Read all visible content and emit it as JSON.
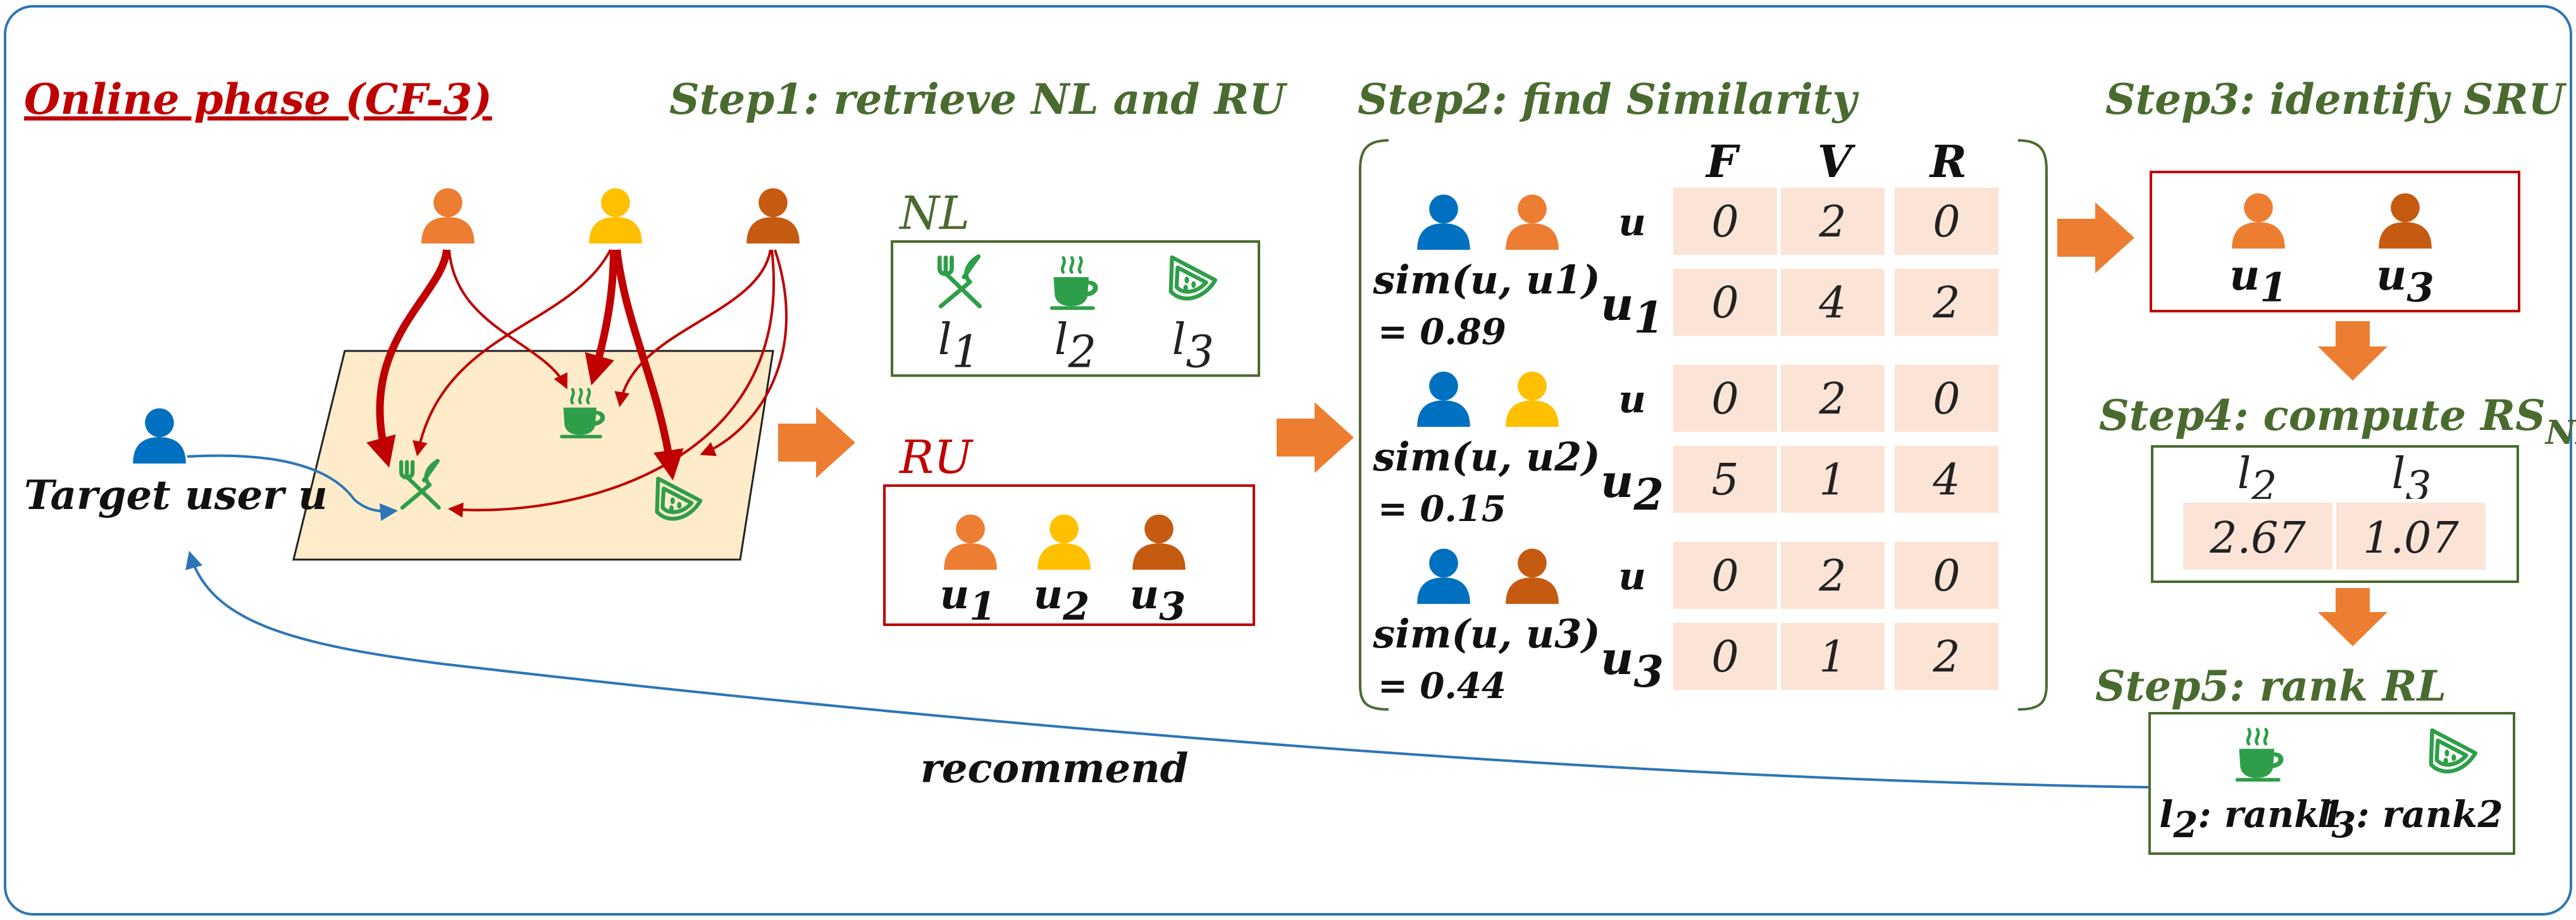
{
  "colors": {
    "frame": "#2e75b6",
    "step_green": "#4a6b2f",
    "phase_red": "#c00000",
    "user_blue": "#0070c0",
    "user_orange": "#ed7d31",
    "user_yellow": "#ffc000",
    "user_brown": "#c55a11",
    "icon_green": "#2e9e48",
    "cell_fill": "#fbe3d6",
    "arrow_orange": "#ed7d31"
  },
  "online_phase": "Online phase (CF-3)",
  "step1": {
    "title": "Step1: retrieve NL and RU",
    "nl_label": "NL",
    "nl_items": [
      "l1",
      "l2",
      "l3"
    ],
    "ru_label": "RU",
    "ru_items": [
      "u1",
      "u2",
      "u3"
    ]
  },
  "target_user": "Target user u",
  "step2": {
    "title": "Step2: find Similarity",
    "columns": [
      "F",
      "V",
      "R"
    ],
    "groups": [
      {
        "sim": "sim(u, u1)",
        "value": "= 0.89",
        "rows": [
          {
            "label": "u",
            "vals": [
              "0",
              "2",
              "0"
            ]
          },
          {
            "label": "u1",
            "vals": [
              "0",
              "4",
              "2"
            ]
          }
        ]
      },
      {
        "sim": "sim(u, u2)",
        "value": "= 0.15",
        "rows": [
          {
            "label": "u",
            "vals": [
              "0",
              "2",
              "0"
            ]
          },
          {
            "label": "u2",
            "vals": [
              "5",
              "1",
              "4"
            ]
          }
        ]
      },
      {
        "sim": "sim(u, u3)",
        "value": "= 0.44",
        "rows": [
          {
            "label": "u",
            "vals": [
              "0",
              "2",
              "0"
            ]
          },
          {
            "label": "u3",
            "vals": [
              "0",
              "1",
              "2"
            ]
          }
        ]
      }
    ]
  },
  "step3": {
    "title": "Step3: identify SRU",
    "users": [
      "u1",
      "u3"
    ]
  },
  "step4": {
    "title": "Step4: compute RS",
    "title_sub": "NL",
    "headers": [
      "l2",
      "l3"
    ],
    "values": [
      "2.67",
      "1.07"
    ]
  },
  "step5": {
    "title": "Step5: rank RL",
    "items": [
      "l2: rank1",
      "l3: rank2"
    ]
  },
  "recommend": "recommend"
}
